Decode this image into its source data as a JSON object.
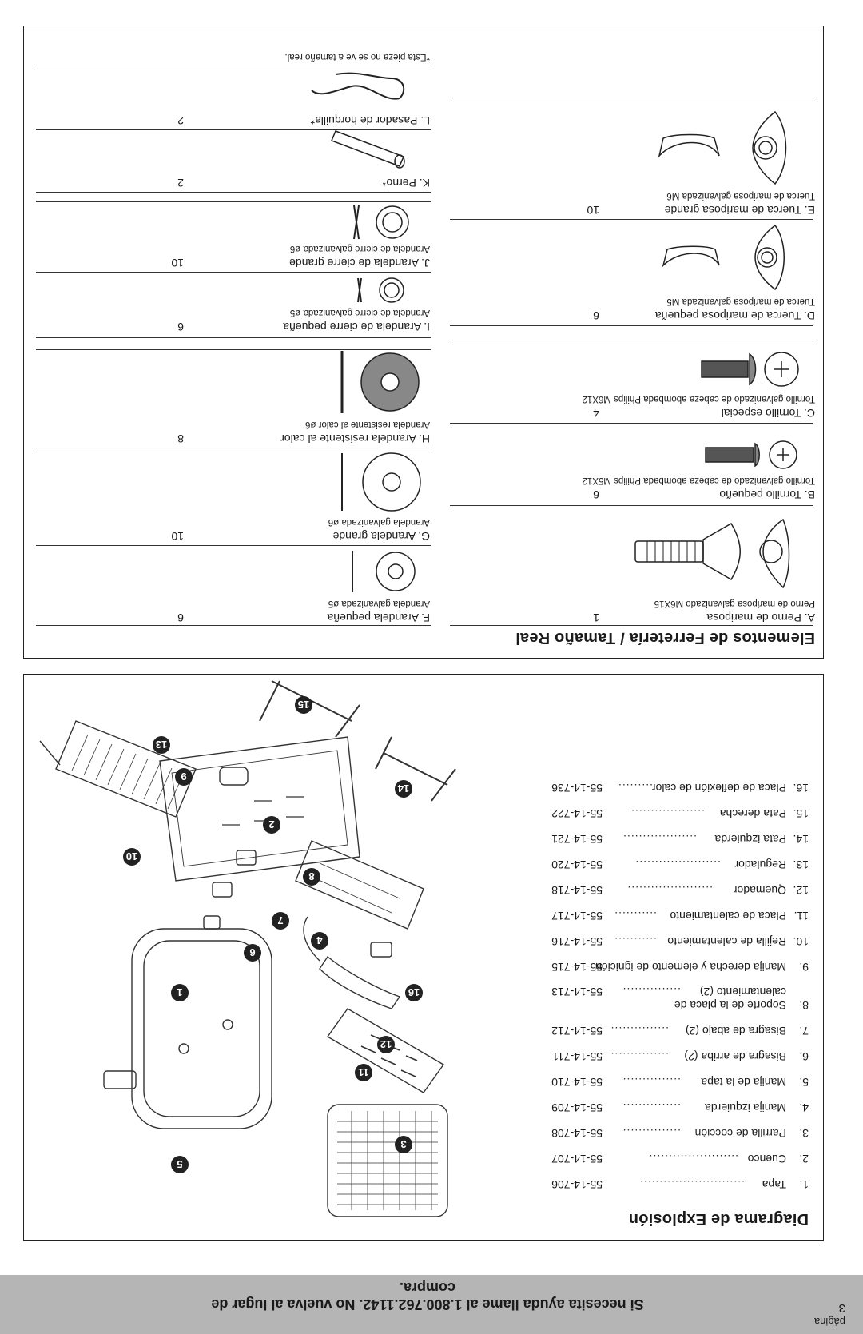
{
  "footer": {
    "page_label": "página",
    "page_number": "3",
    "help_text": "Si necesita ayuda llame al 1.800.762.1142. No vuelva al lugar de compra."
  },
  "diagram": {
    "title": "Diagrama de Explosión",
    "parts": [
      {
        "num": "1.",
        "name": "Tapa",
        "dots": "...........................",
        "code": "55-14-706"
      },
      {
        "num": "2.",
        "name": "Cuenco",
        "dots": ".......................",
        "code": "55-14-707"
      },
      {
        "num": "3.",
        "name": "Parrilla de cocción",
        "dots": "...............",
        "code": "55-14-708"
      },
      {
        "num": "4.",
        "name": "Manija izquierda",
        "dots": "...............",
        "code": "55-14-709"
      },
      {
        "num": "5.",
        "name": "Manija de la tapa",
        "dots": "...............",
        "code": "55-14-710"
      },
      {
        "num": "6.",
        "name": "Bisagra de arriba (2)",
        "dots": "...............",
        "code": "55-14-711"
      },
      {
        "num": "7.",
        "name": "Bisagra de abajo (2)",
        "dots": "...............",
        "code": "55-14-712"
      },
      {
        "num": "8.",
        "name": "Soporte de la placa de",
        "name2": "calentamiento (2)",
        "dots": "...............",
        "code": "55-14-713"
      },
      {
        "num": "9.",
        "name": "Manija derecha y elemento de ignición",
        "dots": "",
        "code": "55-14-715"
      },
      {
        "num": "10.",
        "name": "Rejilla de calentamiento",
        "dots": "...........",
        "code": "55-14-716"
      },
      {
        "num": "11.",
        "name": "Placa de calentamiento",
        "dots": "...........",
        "code": "55-14-717"
      },
      {
        "num": "12.",
        "name": "Quemador",
        "dots": "......................",
        "code": "55-14-718"
      },
      {
        "num": "13.",
        "name": "Regulador",
        "dots": "......................",
        "code": "55-14-720"
      },
      {
        "num": "14.",
        "name": "Pata izquierda",
        "dots": "...................",
        "code": "55-14-721"
      },
      {
        "num": "15.",
        "name": "Pata derecha",
        "dots": "...................",
        "code": "55-14-722"
      },
      {
        "num": "16.",
        "name": "Placa de deflexión de calor",
        "dots": ".........",
        "code": "55-14-736"
      }
    ],
    "callouts": [
      "1",
      "2",
      "3",
      "4",
      "5",
      "6",
      "7",
      "8",
      "9",
      "10",
      "11",
      "12",
      "13",
      "14",
      "15",
      "16"
    ]
  },
  "hardware": {
    "title": "Elementos de Ferretería / Tamaño Real",
    "left": [
      {
        "letter": "A.",
        "name": "Perno de mariposa",
        "sub": "Perno de mariposa galvanizado M6X15",
        "qty": "1"
      },
      {
        "letter": "B.",
        "name": "Tornillo pequeño",
        "sub": "Tornillo galvanizado de cabeza abombada Philips M5X12",
        "qty": "6"
      },
      {
        "letter": "C.",
        "name": "Tornillo especial",
        "sub": "Tornillo galvanizado de cabeza abombada Philips M6X12",
        "qty": "4"
      },
      {
        "letter": "D.",
        "name": "Tuerca de mariposa pequeña",
        "sub": "Tuerca de mariposa galvanizada M5",
        "qty": "6"
      },
      {
        "letter": "E.",
        "name": "Tuerca de mariposa grande",
        "sub": "Tuerca de mariposa galvanizada M6",
        "qty": "10"
      }
    ],
    "right": [
      {
        "letter": "F.",
        "name": "Arandela pequeña",
        "sub": "Arandela galvanizada ø5",
        "qty": "6"
      },
      {
        "letter": "G.",
        "name": "Arandela grande",
        "sub": "Arandela galvanizada ø6",
        "qty": "10"
      },
      {
        "letter": "H.",
        "name": "Arandela resistente al calor",
        "sub": "Arandela resistente al calor ø6",
        "qty": "8"
      },
      {
        "letter": "I.",
        "name": "Arandela de cierre pequeña",
        "sub": "Arandela de cierre galvanizada ø5",
        "qty": "6"
      },
      {
        "letter": "J.",
        "name": "Arandela de cierre grande",
        "sub": "Arandela de cierre galvanizada ø6",
        "qty": "10"
      },
      {
        "letter": "K.",
        "name": "Perno*",
        "sub": "",
        "qty": "2"
      },
      {
        "letter": "L.",
        "name": "Pasador de horquilla*",
        "sub": "",
        "qty": "2"
      }
    ],
    "note": "*Esta pieza no se ve a tamaño real."
  }
}
